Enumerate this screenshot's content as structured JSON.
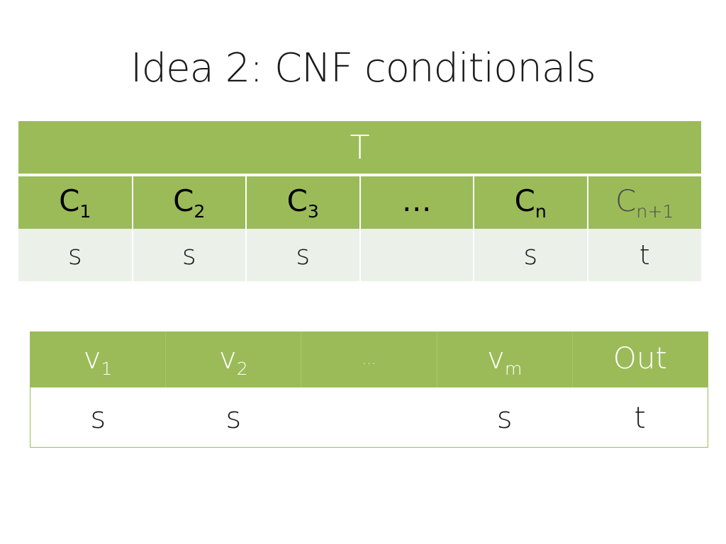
{
  "slide": {
    "title": "Idea 2: CNF conditionals"
  },
  "table1": {
    "header": "T",
    "columns": [
      {
        "base": "C",
        "sub": "1"
      },
      {
        "base": "C",
        "sub": "2"
      },
      {
        "base": "C",
        "sub": "3"
      },
      {
        "base": "…",
        "sub": ""
      },
      {
        "base": "C",
        "sub": "n"
      },
      {
        "base": "C",
        "sub": "n+1"
      }
    ],
    "values": [
      "s",
      "s",
      "s",
      "",
      "s",
      "t"
    ]
  },
  "table2": {
    "columns": [
      {
        "base": "v",
        "sub": "1"
      },
      {
        "base": "v",
        "sub": "2"
      },
      {
        "base": "…",
        "sub": ""
      },
      {
        "base": "v",
        "sub": "m"
      },
      {
        "base": "Out",
        "sub": ""
      }
    ],
    "values": [
      "s",
      "s",
      "",
      "s",
      "t"
    ]
  },
  "colors": {
    "header_green": "#9bbb59",
    "light_row": "#ebf1e9"
  }
}
